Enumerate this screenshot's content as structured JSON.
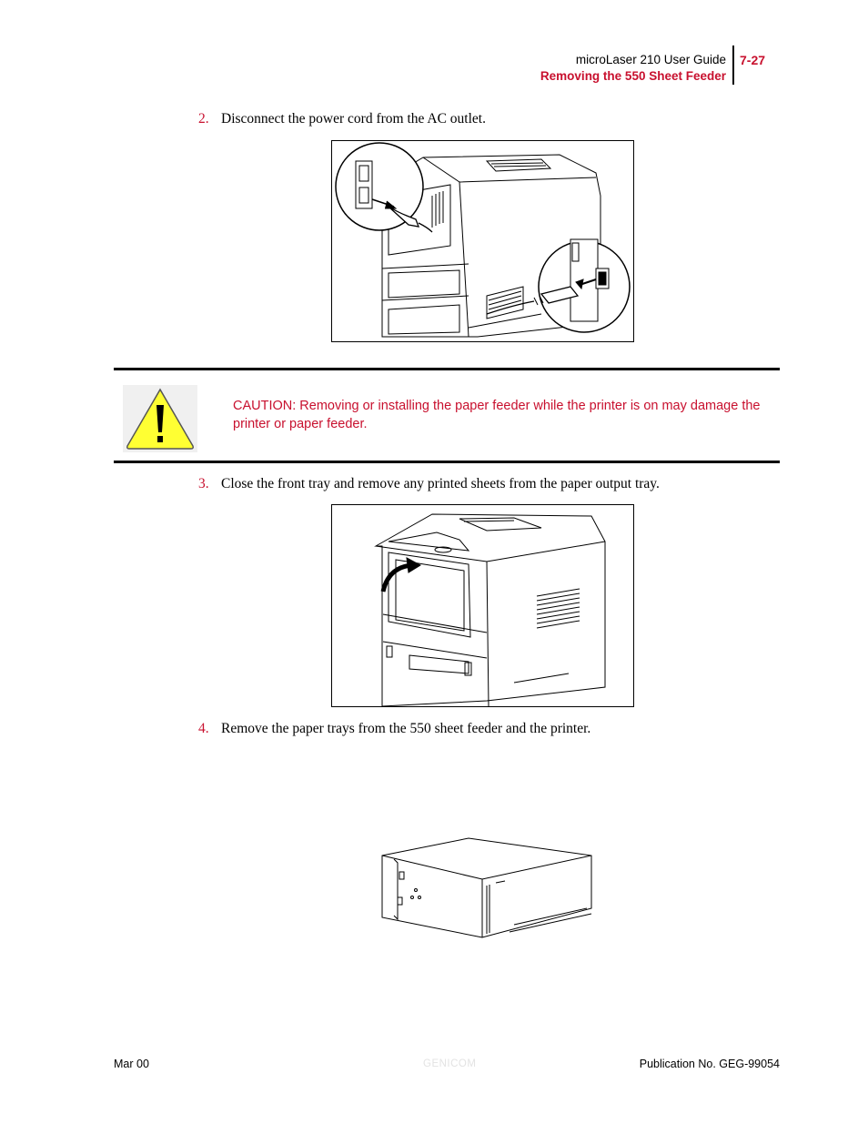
{
  "header": {
    "guide_title": "microLaser 210 User Guide",
    "section_title": "Removing the 550 Sheet Feeder",
    "page_number": "7-27"
  },
  "steps": [
    {
      "number": "2.",
      "text": "Disconnect the power cord from the AC outlet."
    },
    {
      "number": "3.",
      "text": "Close the front tray and remove any printed sheets from the paper output tray."
    },
    {
      "number": "4.",
      "text": "Remove the paper trays from the 550 sheet feeder and the printer."
    }
  ],
  "caution": {
    "icon": "warning-triangle-icon",
    "text": "CAUTION: Removing or installing the paper feeder while the printer is on may damage the printer or paper feeder.",
    "color": "#c8102e",
    "icon_color": "#ffff33"
  },
  "footer": {
    "date": "Mar 00",
    "brand_watermark": "GENICOM",
    "publication": "Publication No. GEG-99054"
  },
  "accent_color": "#c8102e"
}
